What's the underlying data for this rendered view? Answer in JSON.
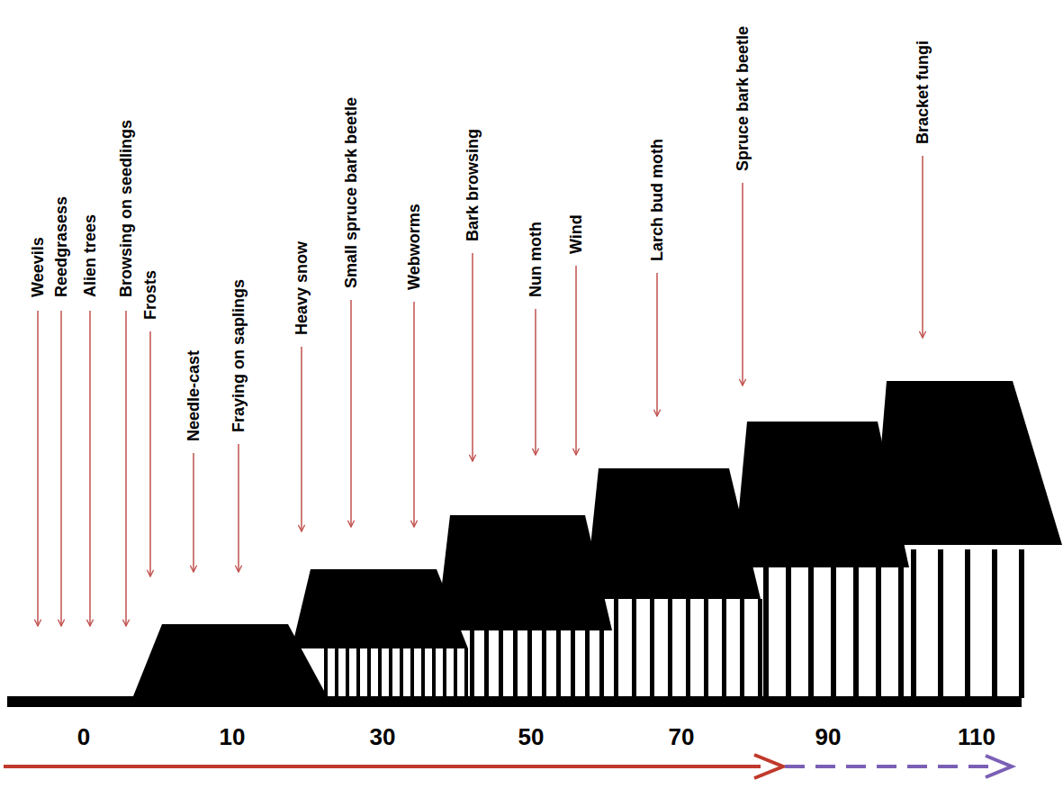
{
  "diagram": {
    "labels": [
      "Weevils",
      "Reedgrasess",
      "Alien trees",
      "Browsing on seedlings",
      "Frosts",
      "Needle-cast",
      "Fraying on saplings",
      "Heavy snow",
      "Small spruce bark beetle",
      "Webworms",
      "Bark browsing",
      "Nun moth",
      "Wind",
      "Larch bud moth",
      "Spruce bark beetle",
      "Bracket fungi",
      "0",
      "10",
      "30",
      "50",
      "70",
      "90",
      "110"
    ]
  }
}
